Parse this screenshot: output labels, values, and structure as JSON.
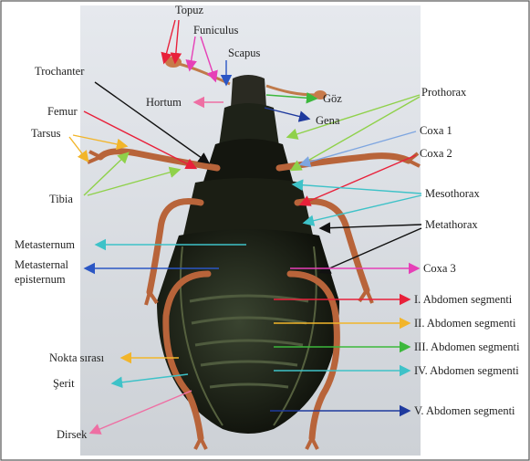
{
  "labels": {
    "topuz": "Topuz",
    "funiculus": "Funiculus",
    "scapus": "Scapus",
    "trochanter": "Trochanter",
    "hortum": "Hortum",
    "goz": "Göz",
    "gena": "Gena",
    "prothorax": "Prothorax",
    "femur": "Femur",
    "tarsus": "Tarsus",
    "coxa1": "Coxa 1",
    "coxa2": "Coxa 2",
    "tibia": "Tibia",
    "mesothorax": "Mesothorax",
    "metathorax": "Metathorax",
    "metasternum": "Metasternum",
    "metasternal_line1": "Metasternal",
    "metasternal_line2": "episternum",
    "coxa3": "Coxa 3",
    "abd1": "I. Abdomen segmenti",
    "abd2": "II. Abdomen segmenti",
    "abd3": "III. Abdomen segmenti",
    "abd4": "IV. Abdomen segmenti",
    "abd5": "V. Abdomen segmenti",
    "nokta": "Nokta sırası",
    "serit": "Şerit",
    "dirsek": "Dirsek"
  },
  "colors": {
    "red": "#e8203a",
    "pink": "#ee6fa3",
    "magenta": "#e63fb7",
    "blue": "#2b56c4",
    "navy": "#1f3a9e",
    "green": "#3cb83c",
    "lime": "#8fd14a",
    "orange": "#f2b52a",
    "teal": "#3ec2c8",
    "light_blue": "#7ea6e0",
    "black": "#111111",
    "body_dark": "#1c1f16",
    "leg": "#b8643a",
    "background": "#d9dde3"
  }
}
